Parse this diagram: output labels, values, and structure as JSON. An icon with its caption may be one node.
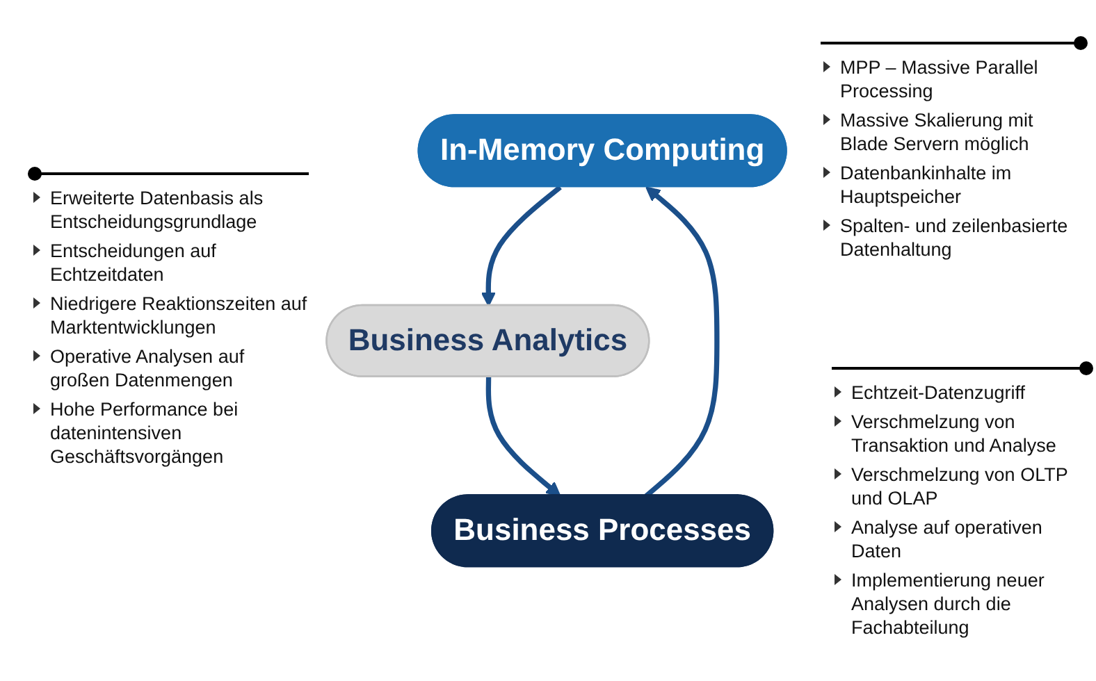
{
  "diagram": {
    "nodes": [
      {
        "text": [
          "In-Memory Computing"
        ],
        "beside": [
          "MPP – Massive Parallel Processing",
          "Massive Skalierung mit Blade Servern möglich",
          "Datenbankinhalte im Hauptspeicher",
          "Spalten- und zeilenbasierte Datenhaltung"
        ]
      },
      {
        "text": [
          "Business Analytics"
        ],
        "beside": [
          "Echtzeit-Datenzugriff",
          "Verschmelzung von Transaktion und Analyse",
          "Verschmelzung von OLTP und OLAP",
          "Analyse auf operativen Daten",
          "Implementierung neuer Analysen durch die Fachabteilung"
        ]
      },
      {
        "text": [
          "Business Processes"
        ],
        "beside": [
          "Erweiterte Datenbasis als Entscheidungsgrundlage",
          "Entscheidungen auf Echtzeitdaten",
          "Niedrigere Reaktionszeiten auf Marktentwicklungen",
          "Operative Analysen auf großen Datenmengen",
          "Hohe Performance bei datenintensiven Geschäftsvorgängen"
        ]
      }
    ],
    "edges": [
      {
        "from": 0,
        "to": 1,
        "arrow": "to"
      },
      {
        "from": 1,
        "to": 2,
        "arrow": "to"
      },
      {
        "from": 2,
        "to": 0,
        "arrow": "to"
      }
    ]
  }
}
